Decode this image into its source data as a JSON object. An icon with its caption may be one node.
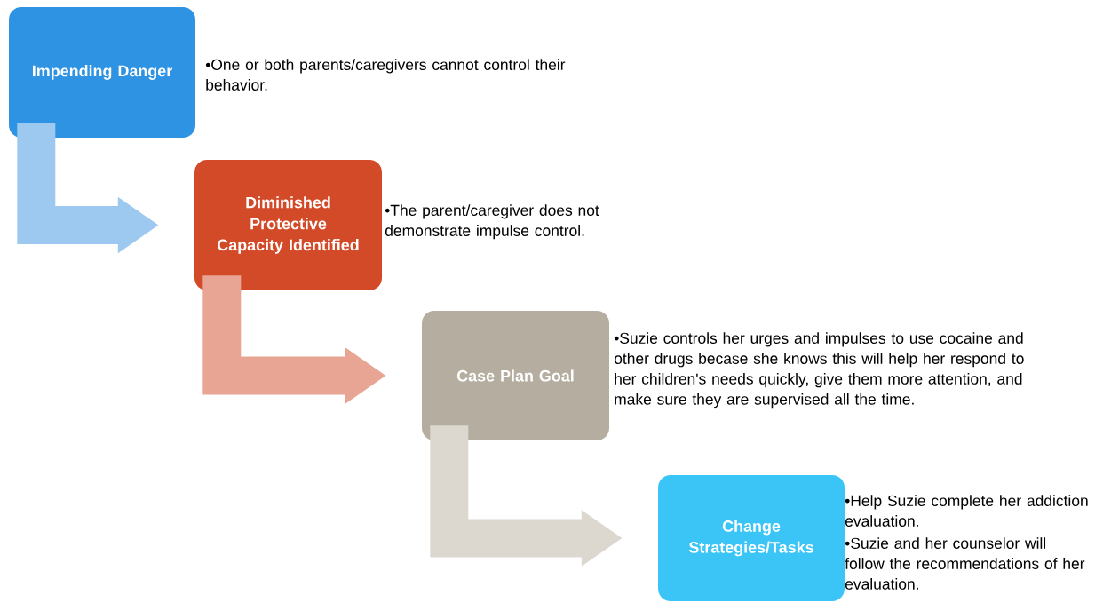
{
  "diagram": {
    "nodes": [
      {
        "text": [
          "Impending Danger"
        ],
        "beside": [
          "•One or both parents/caregivers cannot control their behavior."
        ]
      },
      {
        "text": [
          "Diminished Protective Capacity Identified"
        ],
        "beside": [
          "•The parent/caregiver does not demonstrate impulse control."
        ]
      },
      {
        "text": [
          "Case Plan Goal"
        ],
        "beside": [
          "•Suzie controls her urges and impulses to use cocaine and other drugs becase she knows this will help her respond to her children's needs quickly, give them more attention, and make sure they are supervised all the time."
        ]
      },
      {
        "text": [
          "Change Strategies/Tasks"
        ],
        "beside": [
          "•Help Suzie complete her addiction evaluation.",
          "•Suzie and her counselor will follow the recommendations of her evaluation."
        ]
      }
    ],
    "edges": [
      {
        "from": 0,
        "to": 1,
        "arrow": "to",
        "color": "#9dc8f0"
      },
      {
        "from": 1,
        "to": 2,
        "arrow": "to",
        "color": "#e8a593"
      },
      {
        "from": 2,
        "to": 3,
        "arrow": "to",
        "color": "#dcd8cf"
      }
    ]
  }
}
